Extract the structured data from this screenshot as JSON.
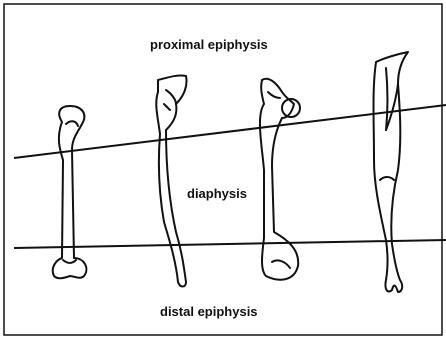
{
  "labels": {
    "proximal": "proximal epiphysis",
    "diaphysis": "diaphysis",
    "distal": "distal epiphysis"
  },
  "bones": [
    {
      "id": "bone-1",
      "description": "femur-like long bone, leftmost"
    },
    {
      "id": "bone-2",
      "description": "curved long bone (ulna-like)"
    },
    {
      "id": "bone-3",
      "description": "femur with rounded head"
    },
    {
      "id": "bone-4",
      "description": "fused paired long bone (tibiotarsus-like)"
    }
  ],
  "colors": {
    "stroke": "#111111",
    "background": "#ffffff"
  }
}
